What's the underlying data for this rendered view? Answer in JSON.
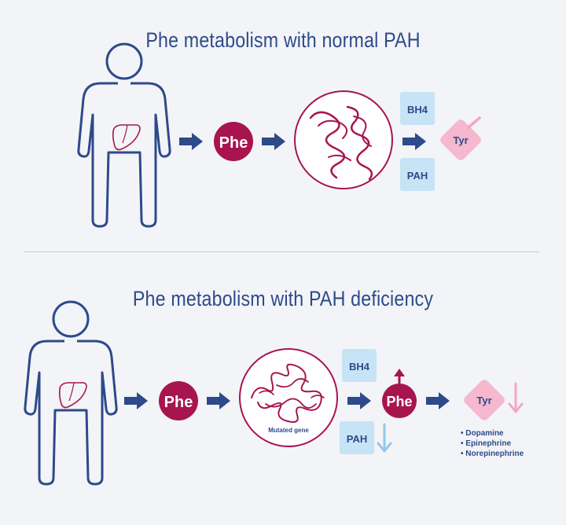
{
  "section_normal": {
    "title": "Phe metabolism with normal PAH",
    "phe_label": "Phe",
    "bh4_label": "BH4",
    "pah_label": "PAH",
    "tyr_label": "Tyr"
  },
  "section_deficiency": {
    "title": "Phe metabolism with PAH deficiency",
    "phe_label": "Phe",
    "gene_label": "Mutated gene",
    "bh4_label": "BH4",
    "pah_label": "PAH",
    "phe_high_label": "Phe",
    "tyr_label": "Tyr",
    "neurotransmitters": [
      "Dopamine",
      "Epinephrine",
      "Norepinephrine"
    ]
  },
  "colors": {
    "title": "#2d4a8a",
    "outline": "#2d4a8a",
    "phe": "#a8144f",
    "enzyme_box": "#c7e3f6",
    "tyr": "#f5b8cf",
    "down_arrow_blue": "#8fc7ee",
    "down_arrow_pink": "#f4a5c3"
  }
}
